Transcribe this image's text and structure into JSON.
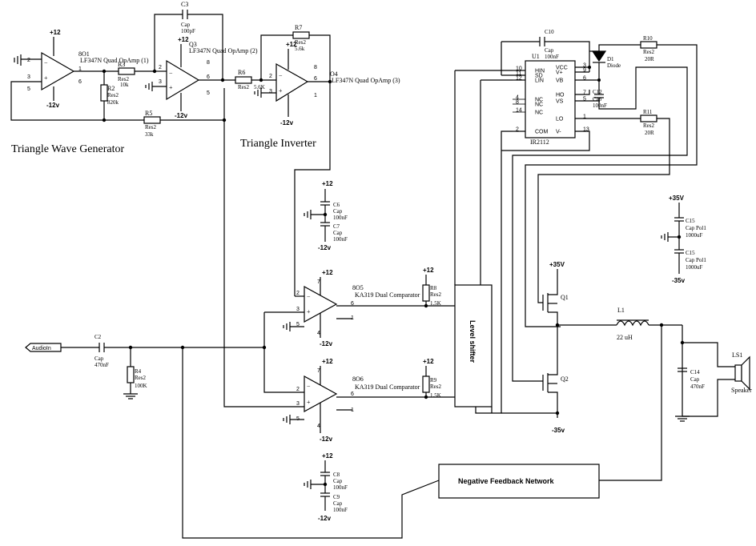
{
  "blocks": {
    "triangle_wave_generator": "Triangle Wave Generator",
    "triangle_inverter": "Triangle Inverter",
    "level_shifter": "Level shifter",
    "negative_feedback": "Negative Feedback Network"
  },
  "opamps": {
    "o1": {
      "ref": "8O1",
      "part": "LF347N Quad OpAmp (1)",
      "pos": "+12",
      "neg": "-12v"
    },
    "o3": {
      "ref": "Q3",
      "part": "LF347N Quad OpAmp (2)",
      "pos": "+12",
      "neg": "-12v"
    },
    "o4": {
      "ref": "O4",
      "part": "LF347N Quad OpAmp (3)",
      "pos": "+12",
      "neg": "-12v"
    }
  },
  "comparators": {
    "o5": {
      "ref": "8O5",
      "part": "KA319 Dual Comparator",
      "pos": "+12",
      "neg": "-12v"
    },
    "o6": {
      "ref": "8O6",
      "part": "KA319 Dual Comparator",
      "pos": "+12",
      "neg": "-12v"
    }
  },
  "resistors": {
    "r2": {
      "ref": "R2",
      "type": "Res2",
      "value": "820k"
    },
    "r3": {
      "ref": "R3",
      "type": "Res2",
      "value": "10k"
    },
    "r4": {
      "ref": "R4",
      "type": "Res2",
      "value": "100K"
    },
    "r5": {
      "ref": "R5",
      "type": "Res2",
      "value": "33k"
    },
    "r6": {
      "ref": "R6",
      "type": "Res2",
      "value": "5.6K"
    },
    "r7": {
      "ref": "R7",
      "type": "Res2",
      "value": "5.6k"
    },
    "r8": {
      "ref": "R8",
      "type": "Res2",
      "value": "1.5K",
      "rail": "+12"
    },
    "r9": {
      "ref": "R9",
      "type": "Res2",
      "value": "1.5K",
      "rail": "+12"
    },
    "r10": {
      "ref": "R10",
      "type": "Res2",
      "value": "20R"
    },
    "r11": {
      "ref": "R11",
      "type": "Res2",
      "value": "20R"
    }
  },
  "capacitors": {
    "c2": {
      "ref": "C2",
      "type": "Cap",
      "value": "470nF"
    },
    "c3": {
      "ref": "C3",
      "type": "Cap",
      "value": "100pF"
    },
    "c6": {
      "ref": "C6",
      "type": "Cap",
      "value": "100nF"
    },
    "c7": {
      "ref": "C7",
      "type": "Cap",
      "value": "100nF"
    },
    "c8": {
      "ref": "C8",
      "type": "Cap",
      "value": "100nF"
    },
    "c9": {
      "ref": "C9",
      "type": "Cap",
      "value": "100nF"
    },
    "c10": {
      "ref": "C10",
      "type": "Cap",
      "value": "100nF"
    },
    "c12": {
      "ref": "C12",
      "type": "Cap",
      "value": "100nF"
    },
    "c14": {
      "ref": "C14",
      "type": "Cap",
      "value": "470nF"
    },
    "c15a": {
      "ref": "C15",
      "type": "Cap Pol1",
      "value": "1000uF"
    },
    "c15b": {
      "ref": "C15",
      "type": "Cap Pol1",
      "value": "1000uF"
    }
  },
  "rails": {
    "p12": "+12",
    "m12": "-12v",
    "p35": "+35V",
    "m35": "-35v"
  },
  "ic": {
    "ref": "U1",
    "part": "IR2112",
    "pins_left": [
      {
        "num": "10",
        "name": "HIN"
      },
      {
        "num": "11",
        "name": "SD"
      },
      {
        "num": "12",
        "name": "LIN"
      },
      {
        "num": "4",
        "name": "NC"
      },
      {
        "num": "8",
        "name": "NC"
      },
      {
        "num": "14",
        "name": "NC"
      },
      {
        "num": "2",
        "name": "COM"
      }
    ],
    "pins_right": [
      {
        "num": "3",
        "name": "VCC"
      },
      {
        "num": "9",
        "name": "V+"
      },
      {
        "num": "6",
        "name": "VB"
      },
      {
        "num": "7",
        "name": "HO"
      },
      {
        "num": "5",
        "name": "VS"
      },
      {
        "num": "1",
        "name": "LO"
      },
      {
        "num": "13",
        "name": "V-"
      }
    ]
  },
  "diode": {
    "ref": "D1",
    "part": "Diode"
  },
  "mosfets": {
    "q1": "Q1",
    "q2": "Q2"
  },
  "inductor": {
    "ref": "L1",
    "value": "22 uH"
  },
  "speaker": {
    "ref": "LS1",
    "part": "Speaker"
  },
  "port": {
    "label": "AudioIn"
  },
  "pins": {
    "o1": {
      "inm": "2",
      "inp": "3",
      "out": "1",
      "a": "5",
      "b": "6"
    },
    "o3": {
      "inm": "2",
      "inp": "3",
      "out": "6",
      "top": "8",
      "bot": "5"
    },
    "o4": {
      "inm": "2",
      "inp": "3",
      "out": "6",
      "top": "8",
      "bot": "1"
    },
    "c": {
      "inm": "2",
      "inp": "3",
      "out": "6",
      "top": "7",
      "bot": "4",
      "s": "5",
      "p1": "1"
    }
  }
}
